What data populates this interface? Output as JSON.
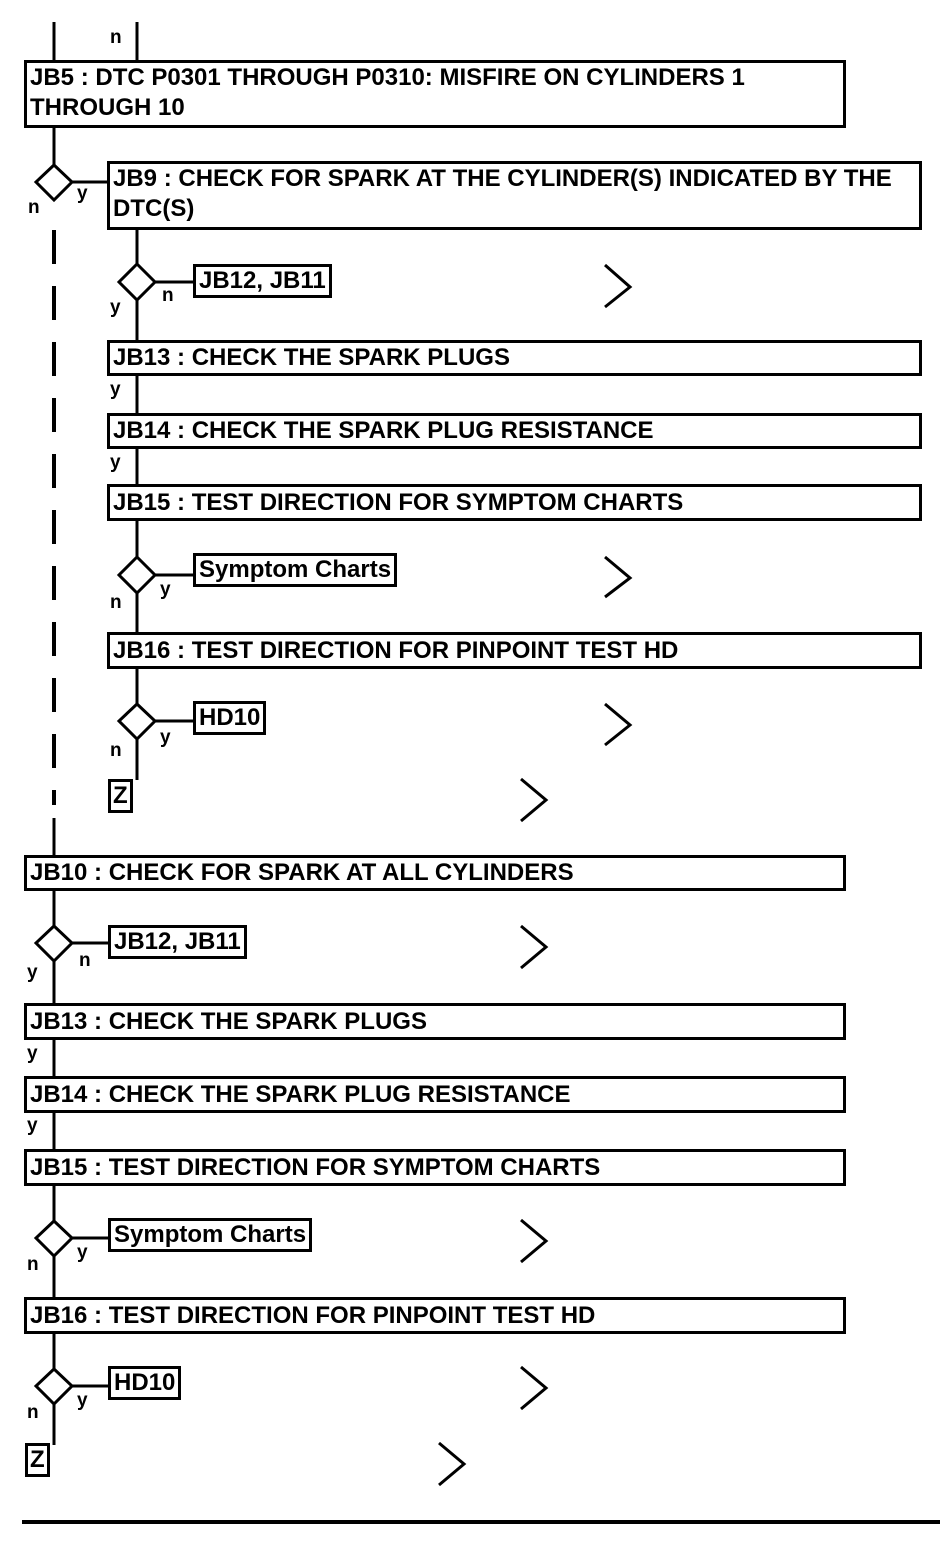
{
  "steps": {
    "jb5": "JB5 : DTC P0301 THROUGH P0310: MISFIRE ON CYLINDERS 1 THROUGH 10",
    "jb9": "JB9 : CHECK FOR SPARK AT THE CYLINDER(S) INDICATED BY THE DTC(S)",
    "jb13_a": "JB13 : CHECK THE SPARK PLUGS",
    "jb14_a": "JB14 : CHECK THE SPARK PLUG RESISTANCE",
    "jb15_a": "JB15 : TEST DIRECTION FOR SYMPTOM CHARTS",
    "jb16_a": "JB16 : TEST DIRECTION FOR PINPOINT TEST HD",
    "jb10": "JB10 : CHECK FOR SPARK AT ALL CYLINDERS",
    "jb13_b": "JB13 : CHECK THE SPARK PLUGS",
    "jb14_b": "JB14 : CHECK THE SPARK PLUG RESISTANCE",
    "jb15_b": "JB15 : TEST DIRECTION FOR SYMPTOM CHARTS",
    "jb16_b": "JB16 : TEST DIRECTION FOR PINPOINT TEST HD"
  },
  "targets": {
    "jb12_jb11_a": "JB12, JB11",
    "symptom_a": "Symptom Charts",
    "hd10_a": "HD10",
    "z_a": "Z",
    "jb12_jb11_b": "JB12, JB11",
    "symptom_b": "Symptom Charts",
    "hd10_b": "HD10",
    "z_b": "Z"
  },
  "answers": {
    "yes": "y",
    "no": "n"
  }
}
